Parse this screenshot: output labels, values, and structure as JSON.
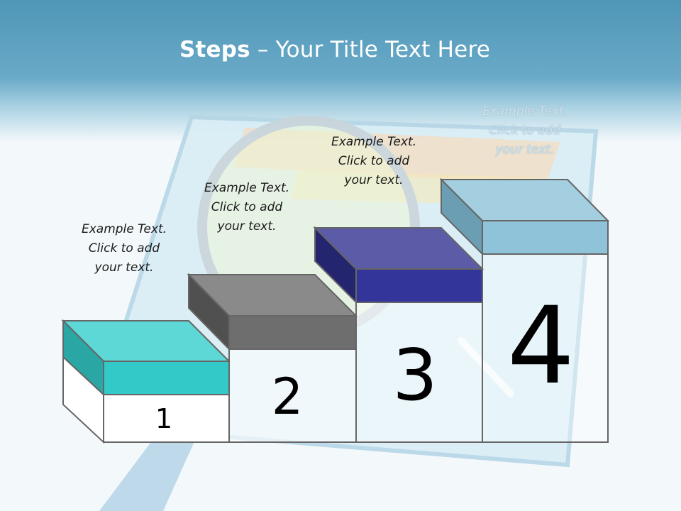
{
  "title": {
    "bold": "Steps",
    "rest": " – Your Title Text Here"
  },
  "steps": [
    {
      "number": "1",
      "text": [
        "Example Text.",
        "Click  to add",
        "your text."
      ],
      "color": "#33c9c9"
    },
    {
      "number": "2",
      "text": [
        "Example Text.",
        "Click  to add",
        "your text."
      ],
      "color": "#707070"
    },
    {
      "number": "3",
      "text": [
        "Example Text.",
        "Click  to add",
        "your text."
      ],
      "color": "#33359a"
    },
    {
      "number": "4",
      "text": [
        "Example Text.",
        "Click  to add",
        "your text."
      ],
      "color": "#8fc3d9"
    }
  ]
}
